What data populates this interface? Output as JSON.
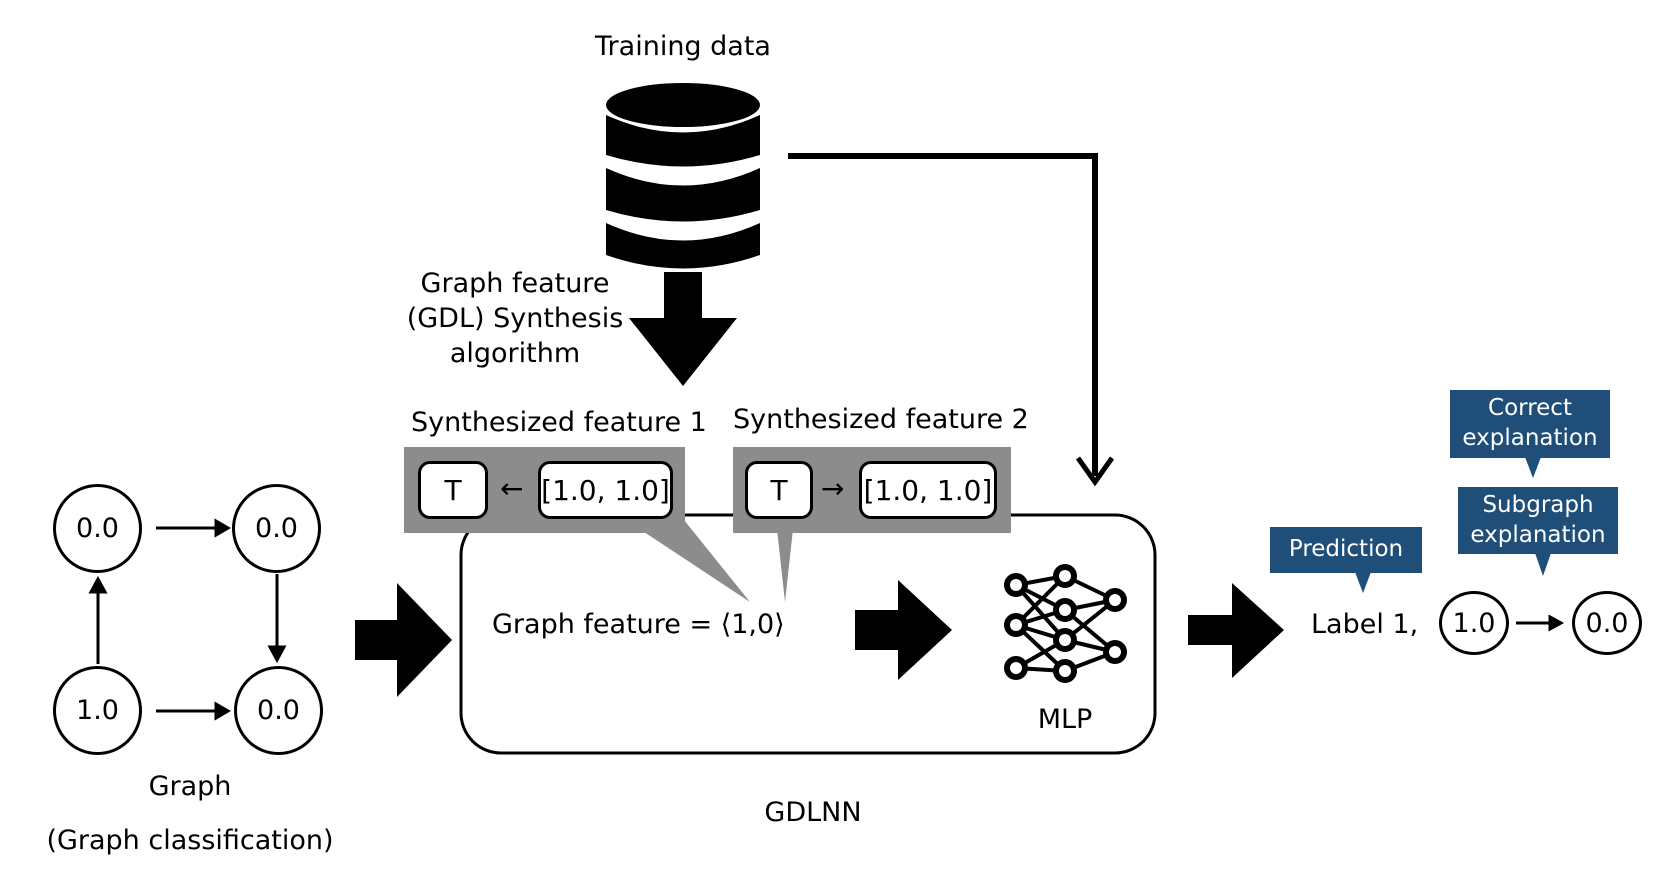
{
  "training": {
    "title": "Training data"
  },
  "synthesis": {
    "line1": "Graph feature",
    "line2": "(GDL) Synthesis",
    "line3": "algorithm"
  },
  "features": [
    {
      "title": "Synthesized feature 1",
      "node": "T",
      "arrow": "←",
      "value": "[1.0, 1.0]"
    },
    {
      "title": "Synthesized feature 2",
      "node": "T",
      "arrow": "→",
      "value": "[1.0, 1.0]"
    }
  ],
  "graph": {
    "nodes": {
      "top_left": "0.0",
      "top_right": "0.0",
      "bottom_left": "1.0",
      "bottom_right": "0.0"
    },
    "label": "Graph",
    "sublabel": "(Graph classification)"
  },
  "gdlnn": {
    "feature_text": "Graph feature = ⟨1,0⟩",
    "mlp_label": "MLP",
    "label": "GDLNN"
  },
  "output": {
    "prediction_text": "Label 1,",
    "prediction_tag": "Prediction",
    "subgraph_tag_line1": "Subgraph",
    "subgraph_tag_line2": "explanation",
    "correct_tag_line1": "Correct",
    "correct_tag_line2": "explanation",
    "node_from": "1.0",
    "node_to": "0.0"
  },
  "colors": {
    "tag_blue": "#1f4e79",
    "callout_gray": "#8c8c8c"
  }
}
